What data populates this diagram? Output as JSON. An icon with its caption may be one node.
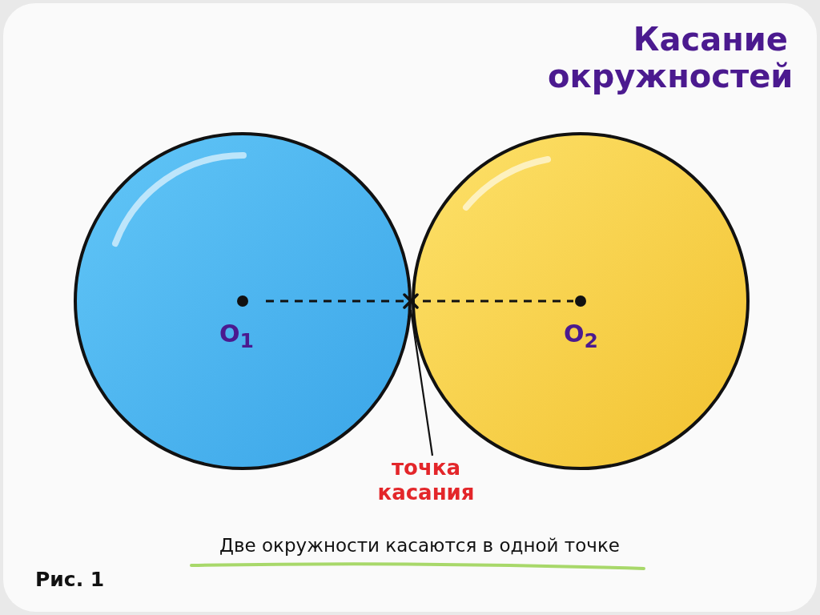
{
  "diagram": {
    "title": "Касание окружностей",
    "caption": "Две окружности касаются в одной точке",
    "nodes": [
      {
        "text": [
          "точка касания"
        ]
      },
      {
        "text": [],
        "shape": "cross"
      }
    ],
    "edges": [
      {
        "from": 0,
        "to": 1,
        "arrow": "none"
      }
    ],
    "labels": [
      "O$_{1}$",
      "O$_{2}$",
      "Рис. 1"
    ]
  }
}
